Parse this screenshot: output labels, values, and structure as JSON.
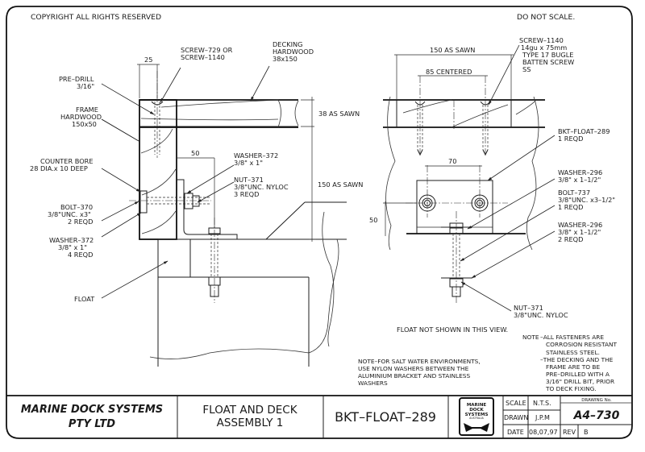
{
  "header": {
    "copyright": "COPYRIGHT ALL RIGHTS RESERVED",
    "do_not_scale": "DO NOT SCALE."
  },
  "left_view": {
    "dimensions": {
      "width_25": "25",
      "offset_50": "50",
      "decking_38": "38 AS SAWN",
      "height_150": "150 AS SAWN"
    },
    "labels": {
      "screw": [
        "SCREW–729   OR",
        "SCREW–1140"
      ],
      "decking": [
        "DECKING",
        "HARDWOOD",
        "38x150"
      ],
      "predrill": [
        "PRE–DRILL",
        "3/16\""
      ],
      "frame": [
        "FRAME",
        "HARDWOOD",
        "150x50"
      ],
      "counterbore": [
        "COUNTER BORE",
        "28 DIA.x 10 DEEP"
      ],
      "bolt": [
        "BOLT–370",
        "3/8\"UNC. x3\"",
        "2 REQD"
      ],
      "washer_lower": [
        "WASHER–372",
        "3/8\" x 1\"",
        "4 REQD"
      ],
      "washer_upper": [
        "WASHER–372",
        "3/8\" x 1\""
      ],
      "nut": [
        "NUT–371",
        "3/8\"UNC. NYLOC",
        "3 REQD"
      ],
      "float": "FLOAT"
    }
  },
  "right_view": {
    "dimensions": {
      "width_150": "150 AS SAWN",
      "centered_85": "85 CENTERED",
      "spacing_70": "70",
      "height_50": "50"
    },
    "labels": {
      "screw": [
        "SCREW–1140",
        "14gu x 75mm",
        "TYPE 17 BUGLE",
        "BATTEN SCREW",
        "SS"
      ],
      "bracket": [
        "BKT–FLOAT–289",
        "1 REQD"
      ],
      "washer_top": [
        "WASHER–296",
        "3/8\" x 1–1/2\""
      ],
      "bolt": [
        "BOLT–737",
        "3/8\"UNC. x3–1/2\"",
        "1 REQD"
      ],
      "washer_bottom": [
        "WASHER–296",
        "3/8\" x 1–1/2\"",
        "2 REQD"
      ],
      "nut": [
        "NUT–371",
        "3/8\"UNC. NYLOC"
      ],
      "float_not_shown": "FLOAT NOT SHOWN IN THIS VIEW."
    }
  },
  "notes": {
    "salt_water": [
      "NOTE–FOR SALT WATER ENVIRONMENTS,",
      "USE NYLON WASHERS BETWEEN THE",
      "ALUMINIUM BRACKET AND STAINLESS",
      "WASHERS"
    ],
    "general_prefix": "NOTE",
    "general": [
      "–ALL FASTENERS ARE",
      "CORROSION RESISTANT",
      "STAINLESS STEEL.",
      "–THE DECKING AND THE",
      "FRAME ARE TO BE",
      "PRE–DRILLED WITH A",
      "3/16\" DRILL BIT, PRIOR",
      "TO DECK FIXING."
    ]
  },
  "title_block": {
    "company": [
      "MARINE DOCK SYSTEMS",
      "PTY LTD"
    ],
    "title": [
      "FLOAT AND DECK",
      "ASSEMBLY 1"
    ],
    "part_number": "BKT–FLOAT–289",
    "logo": [
      "MARINE",
      "DOCK",
      "SYSTEMS",
      "AUSTRALIA"
    ],
    "scale_label": "SCALE",
    "scale_value": "N.T.S.",
    "drawn_label": "DRAWN",
    "drawn_value": "J.P.M",
    "date_label": "DATE",
    "date_value": "08,07,97",
    "rev_label": "REV",
    "rev_value": "B",
    "drawing_no_label": "DRAWING No.",
    "drawing_no": "A4–730"
  }
}
